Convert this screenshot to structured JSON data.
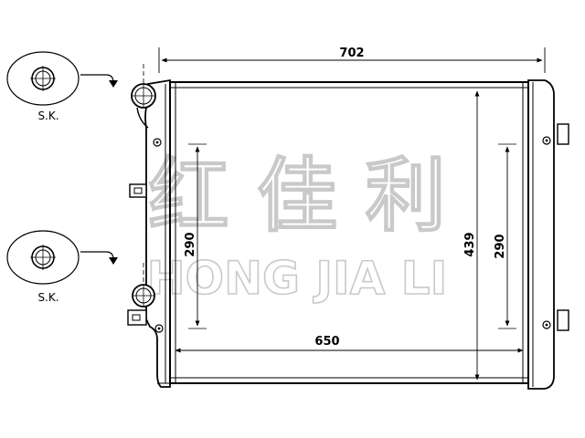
{
  "dimensions": {
    "overall_width": "702",
    "core_width": "650",
    "core_height": "439",
    "left_mount_spacing": "290",
    "right_mount_spacing": "290"
  },
  "callouts": {
    "upper_label": "S.K.",
    "lower_label": "S.K."
  },
  "watermark": {
    "chinese": "红 佳 利",
    "english": "HONG JIA LI"
  },
  "colors": {
    "line": "#000000",
    "watermark_stroke": "#c9c9c9"
  }
}
